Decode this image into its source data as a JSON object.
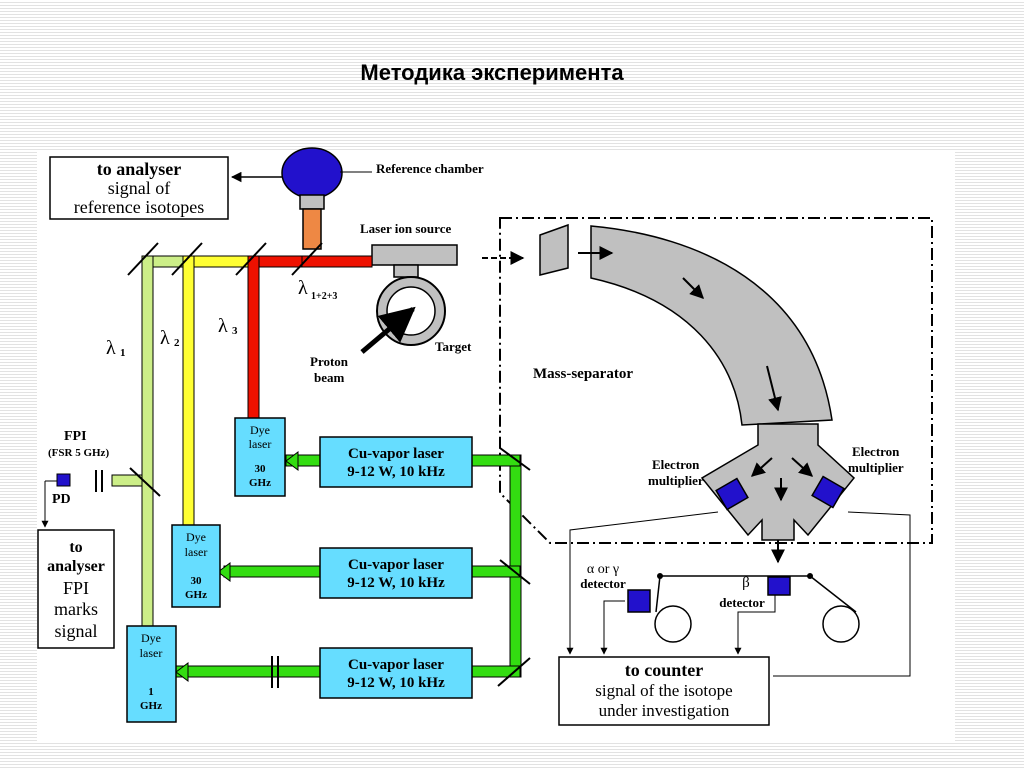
{
  "title": "Методика эксперимента",
  "labels": {
    "analyser_ref": [
      "to analyser",
      "signal of",
      "reference isotopes"
    ],
    "reference_chamber": "Reference chamber",
    "laser_ion_source": "Laser ion source",
    "lambda_sum": "λ",
    "lambda_sum_sub": "1+2+3",
    "lambda1": "λ",
    "lambda1_sub": "1",
    "lambda2": "λ",
    "lambda2_sub": "2",
    "lambda3": "λ",
    "lambda3_sub": "3",
    "target": "Target",
    "proton_beam": [
      "Proton",
      "beam"
    ],
    "mass_separator": "Mass-separator",
    "electron_multiplier_left": [
      "Electron",
      "multiplier"
    ],
    "electron_multiplier_right": [
      "Electron",
      "multiplier"
    ],
    "fpi": "FPI",
    "fsr": "(FSR  5 GHz)",
    "pd": "PD",
    "analyser_fpi": [
      "to",
      "analyser",
      "FPI",
      "marks",
      "signal"
    ],
    "dye_laser_3": [
      "Dye",
      "laser",
      "30",
      "GHz"
    ],
    "dye_laser_2": [
      "Dye",
      "laser",
      "30",
      "GHz"
    ],
    "dye_laser_1": [
      "Dye",
      "laser",
      "1",
      "GHz"
    ],
    "cu_laser_1": [
      "Cu-vapor laser",
      "9-12 W, 10 kHz"
    ],
    "cu_laser_2": [
      "Cu-vapor laser",
      "9-12 W, 10 kHz"
    ],
    "cu_laser_3": [
      "Cu-vapor laser",
      "9-12 W, 10 kHz"
    ],
    "alpha_gamma_detector": [
      "α  or  γ",
      "detector"
    ],
    "beta_detector": [
      "β",
      "detector"
    ],
    "counter": [
      "to  counter",
      "signal of the isotope",
      "under  investigation"
    ]
  },
  "colors": {
    "green": "#33dd11",
    "light_green": "#ccee88",
    "yellow": "#ffff33",
    "red": "#ee1100",
    "orange": "#ee8844",
    "cyan_box": "#66ddff",
    "detector_blue": "#2211cc",
    "separator_gray": "#c0c0c0"
  }
}
